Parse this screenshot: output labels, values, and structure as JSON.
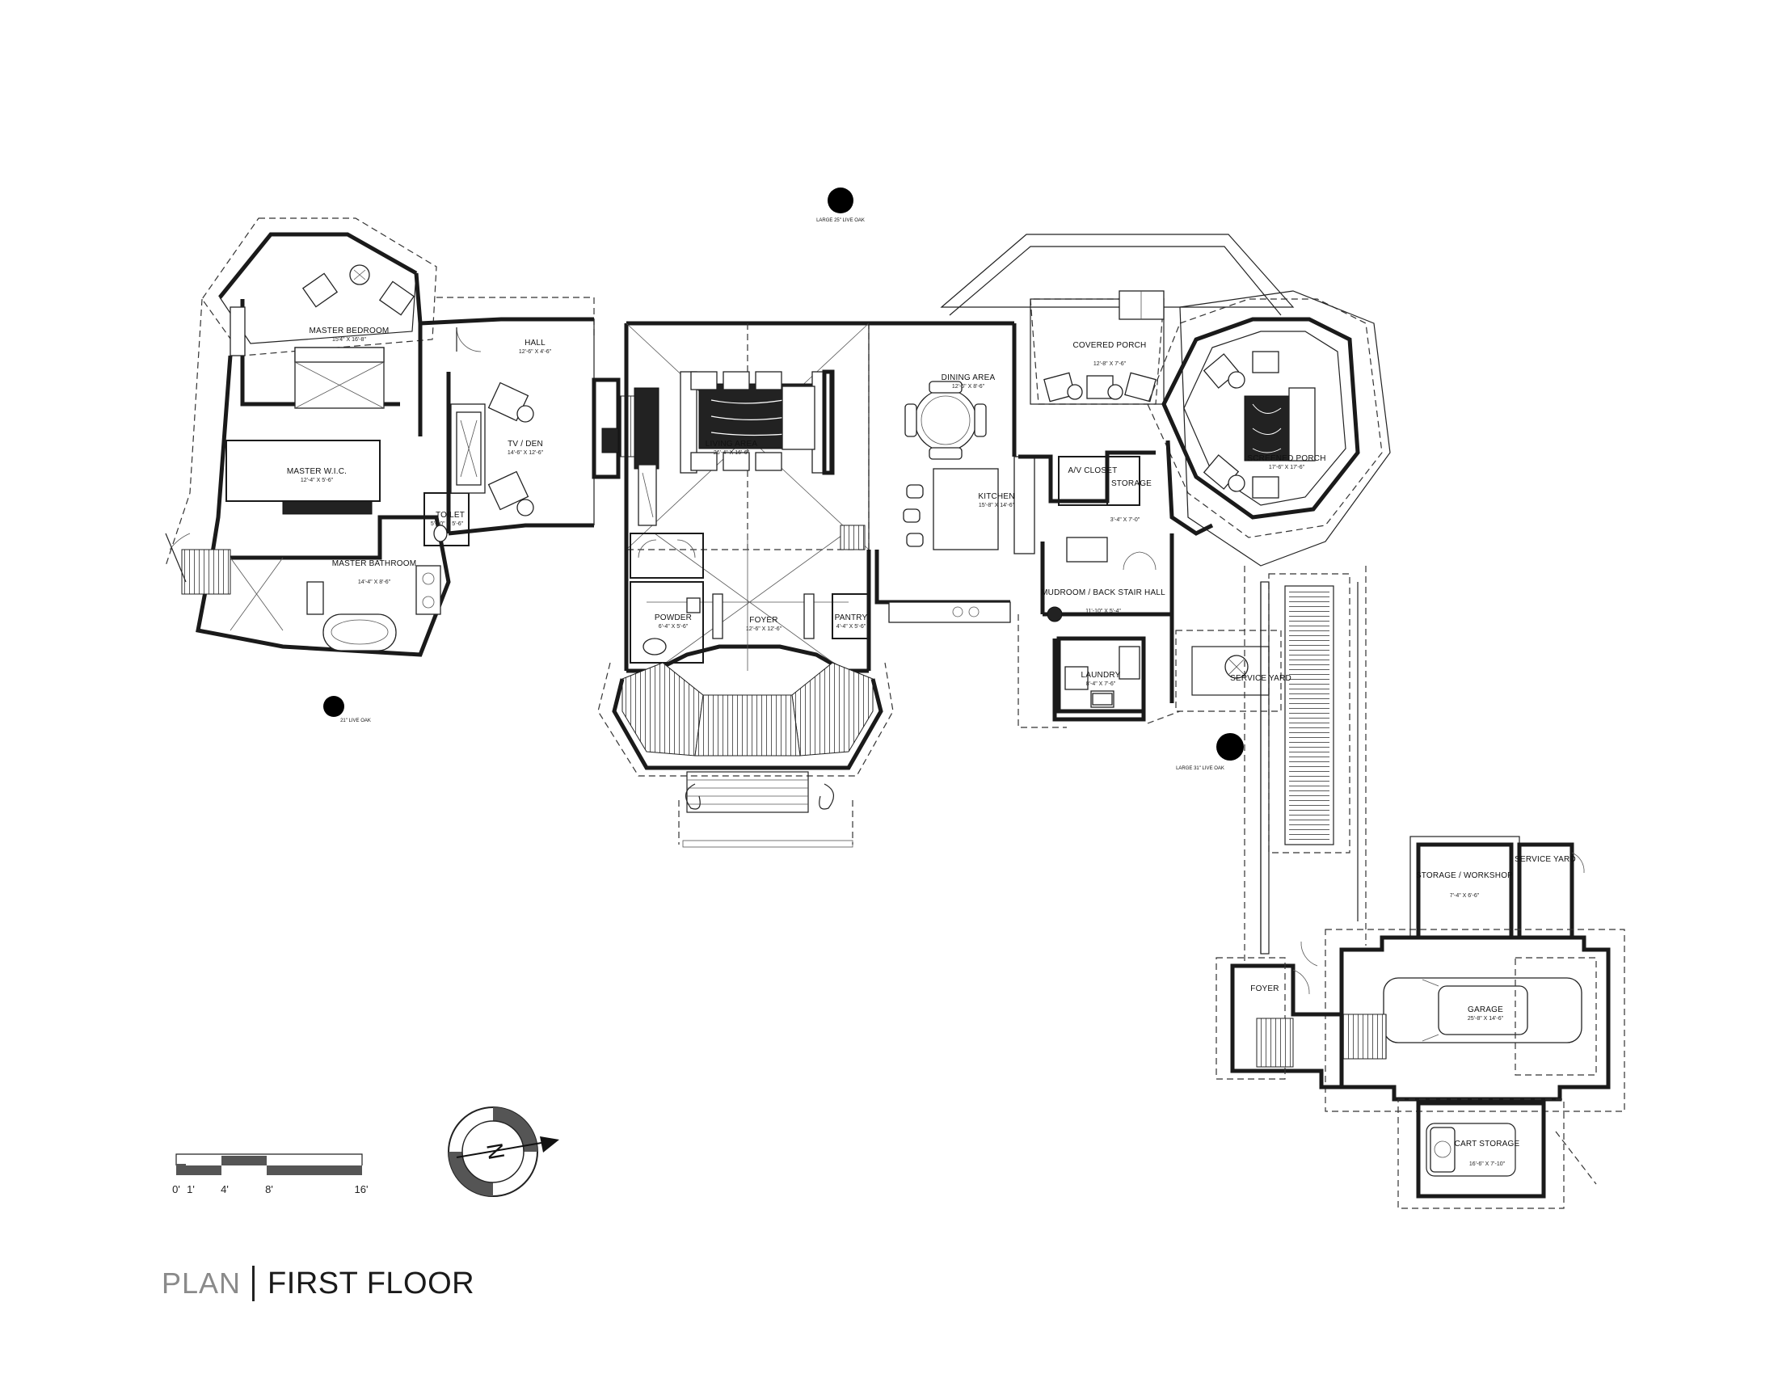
{
  "rooms": {
    "master_bedroom": {
      "name": "MASTER BEDROOM",
      "dim": "15'4\" X 16'-8\""
    },
    "hall": {
      "name": "HALL",
      "dim": "12'-6\" X 4'-6\""
    },
    "tv_den": {
      "name": "TV / DEN",
      "dim": "14'-6\" X 12'-6\""
    },
    "master_wic": {
      "name": "MASTER W.I.C.",
      "dim": "12'-4\" X 5'-6\""
    },
    "toilet": {
      "name": "TOILET",
      "dim": "5'-10\" X 5'-6\""
    },
    "master_bathroom": {
      "name": "MASTER BATHROOM",
      "dim": "14'-4\" X 8'-6\""
    },
    "living_area": {
      "name": "LIVING AREA",
      "dim": "26'-4\" X 16'-6\""
    },
    "dining_area": {
      "name": "DINING AREA",
      "dim": "12'-6\" X 8'-6\""
    },
    "kitchen": {
      "name": "KITCHEN",
      "dim": "15'-8\" X 14'-6\""
    },
    "covered_porch": {
      "name": "COVERED PORCH",
      "dim": "12'-8\" X 7'-6\""
    },
    "screened_porch": {
      "name": "SCREENED PORCH",
      "dim": "17'-6\" X 17'-6\""
    },
    "av_closet": {
      "name": "A/V CLOSET"
    },
    "storage": {
      "name": "STORAGE",
      "dim": "3'-4\" X 7'-0\""
    },
    "powder": {
      "name": "POWDER",
      "dim": "6'-4\" X 5'-6\""
    },
    "foyer_main": {
      "name": "FOYER",
      "dim": "12'-6\" X 12'-6\""
    },
    "pantry": {
      "name": "PANTRY",
      "dim": "4'-4\" X 5'-6\""
    },
    "mudroom": {
      "name": "MUDROOM / BACK STAIR HALL",
      "dim": "11'-10\" X 5'-4\""
    },
    "laundry": {
      "name": "LAUNDRY",
      "dim": "8'-4\" X 7'-6\""
    },
    "service_yard_1": {
      "name": "SERVICE YARD"
    },
    "storage_workshop": {
      "name": "STORAGE / WORKSHOP",
      "dim": "7'-4\" X 6'-6\""
    },
    "service_yard_2": {
      "name": "SERVICE YARD"
    },
    "foyer_garage": {
      "name": "FOYER"
    },
    "garage": {
      "name": "GARAGE",
      "dim": "25'-8\" X 14'-6\""
    },
    "cart_storage": {
      "name": "CART STORAGE",
      "dim": "16'-6\" X 7'-10\""
    }
  },
  "trees": {
    "top": "LARGE 25\" LIVE OAK",
    "left": "21\" LIVE OAK",
    "right": "LARGE 31\" LIVE OAK"
  },
  "scale": {
    "labels": [
      "0'",
      "1'",
      "4'",
      "8'",
      "16'"
    ]
  },
  "north": {
    "letter": "N"
  },
  "title": {
    "left": "PLAN",
    "right": "FIRST FLOOR"
  }
}
